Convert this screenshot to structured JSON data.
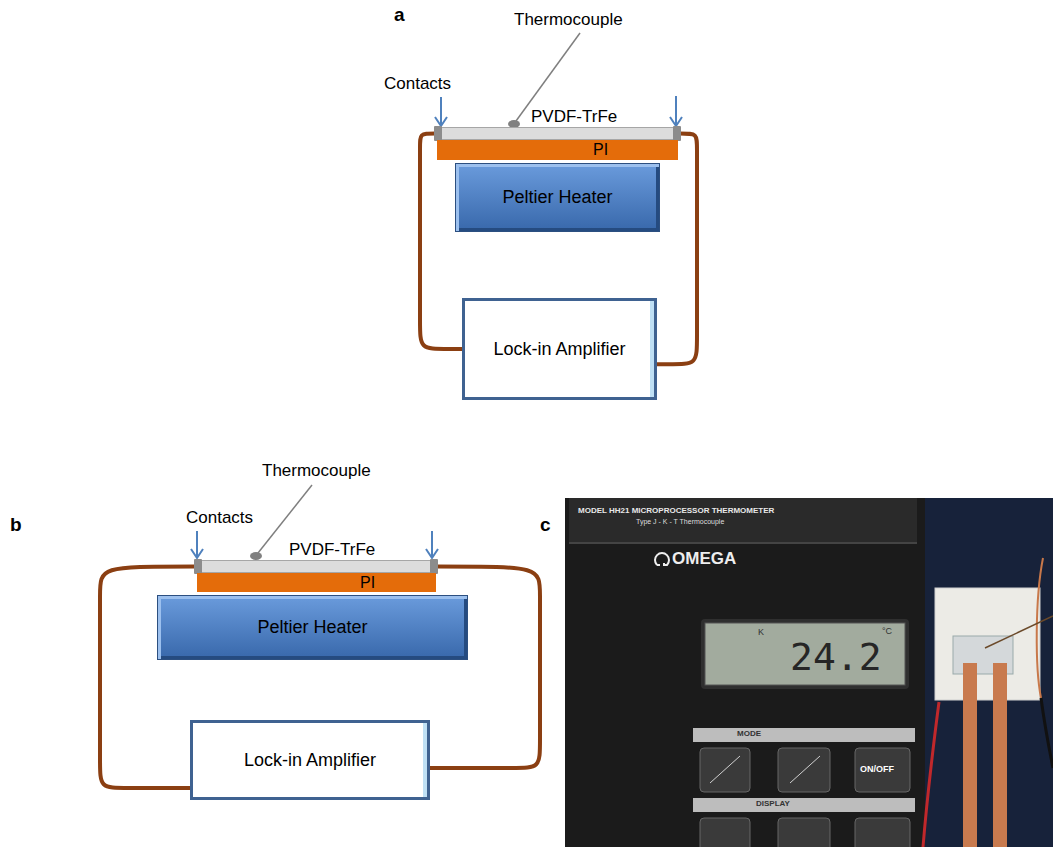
{
  "diagram": {
    "nodes": [
      {
        "text": [
          "PVDF-TrFe"
        ]
      },
      {
        "text": [
          "PI"
        ]
      },
      {
        "text": [
          "Peltier Heater"
        ]
      },
      {
        "text": [
          "Lock-in Amplifier"
        ]
      },
      {
        "text": [
          "PVDF-TrFe"
        ]
      },
      {
        "text": [
          "PI"
        ]
      },
      {
        "text": [
          "Peltier Heater"
        ]
      },
      {
        "text": [
          "Lock-in Amplifier"
        ]
      }
    ],
    "edges": [
      {
        "from": 0,
        "to": 3,
        "arrow": "none"
      },
      {
        "from": 0,
        "to": 3,
        "arrow": "none"
      },
      {
        "from": 4,
        "to": 7,
        "arrow": "none"
      },
      {
        "from": 4,
        "to": 7,
        "arrow": "none"
      }
    ],
    "labels": [
      "a",
      "Contacts",
      "Thermocouple",
      "b",
      "Contacts",
      "Thermocouple",
      "c",
      "MODEL HH21 MICROPROCESSOR THERMOMETER",
      "Type J - K - T Thermocouple",
      "OMEGA",
      "K",
      "°C",
      "24.2",
      "MODE",
      "DISPLAY",
      "ON/OFF"
    ]
  }
}
